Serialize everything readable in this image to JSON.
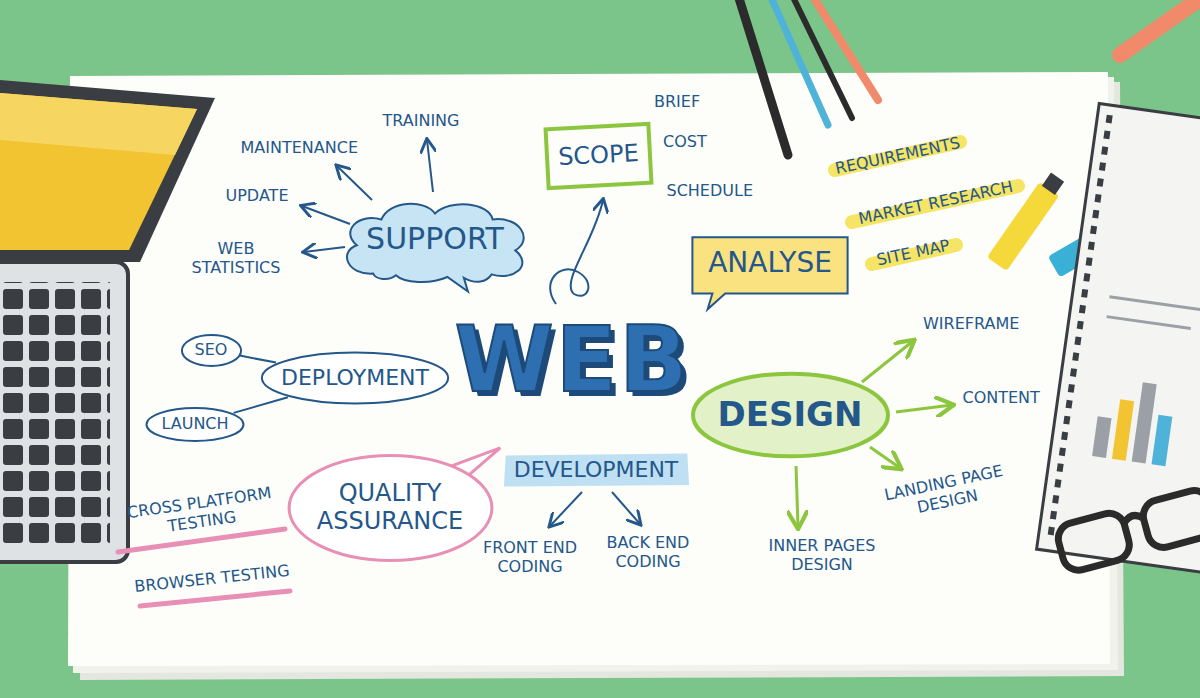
{
  "diagram": {
    "nodes": [
      {
        "text": [
          "SUPPORT"
        ]
      },
      {
        "text": [
          "SCOPE"
        ]
      },
      {
        "text": [
          "ANALYSE"
        ]
      },
      {
        "text": [
          "SEO"
        ]
      },
      {
        "text": [
          "DEPLOYMENT"
        ]
      },
      {
        "text": [
          "DESIGN"
        ]
      },
      {
        "text": [
          "LAUNCH"
        ]
      },
      {
        "text": [
          "QUALITY ASSURANCE"
        ]
      },
      {
        "text": [
          "DEVELOPMENT"
        ]
      }
    ],
    "edges": [
      {
        "from": 4,
        "to": 3,
        "arrow": "none"
      },
      {
        "from": 4,
        "to": 6,
        "arrow": "none"
      }
    ],
    "labels": [
      "WEB",
      "TRAINING",
      "BRIEF",
      "MAINTENANCE",
      "COST",
      "REQUIREMENTS",
      "UPDATE",
      "SCHEDULE",
      "MARKET RESEARCH",
      "WEB STATISTICS",
      "SITE MAP",
      "WIREFRAME",
      "CONTENT",
      "LANDING PAGE DESIGN",
      "CROSS PLATFORM TESTING",
      "FRONT END CODING",
      "BACK END CODING",
      "INNER PAGES DESIGN",
      "BROWSER TESTING"
    ]
  }
}
